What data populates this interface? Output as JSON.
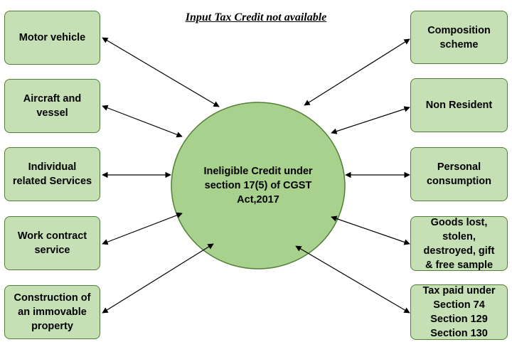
{
  "title": "Input Tax Credit not available",
  "center": {
    "label": "Ineligible Credit under\nsection 17(5) of CGST\nAct,2017"
  },
  "left_items": [
    "Motor vehicle",
    "Aircraft and\nvessel",
    "Individual\nrelated Services",
    "Work contract\nservice",
    "Construction of\nan immovable\nproperty"
  ],
  "right_items": [
    "Composition\nscheme",
    "Non Resident",
    "Personal\nconsumption",
    "Goods lost,\nstolen,\ndestroyed, gift\n& free sample",
    "Tax paid under\nSection 74\nSection 129\nSection 130"
  ],
  "colors": {
    "box_fill": "#c5e0b4",
    "box_border": "#507e32",
    "circle_fill": "#a9d18e",
    "circle_border": "#507e32",
    "arrow": "#000000"
  }
}
